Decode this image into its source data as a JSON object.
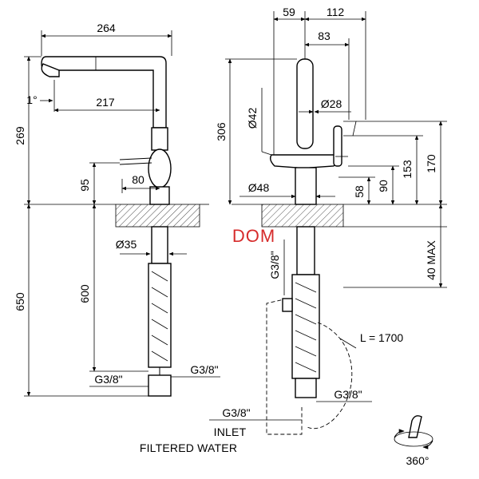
{
  "brand": {
    "logo_text": "DOM",
    "color": "#d62b2b"
  },
  "side_view": {
    "dim_width": "264",
    "dim_height_top": "269",
    "dim_height_bottom": "650",
    "dim_spout_reach": "217",
    "dim_angle": "1°",
    "dim_handle_height": "95",
    "dim_body_offset": "80",
    "dim_shank_diameter": "Ø35",
    "dim_hose_length": "600",
    "thread_left": "G3/8\"",
    "thread_right": "G3/8\""
  },
  "front_view": {
    "dim_left_offset": "59",
    "dim_right_offset": "112",
    "dim_center_offset": "83",
    "dim_height": "306",
    "dim_spout_diameter": "Ø42",
    "dim_handle_diameter": "Ø28",
    "dim_base_diameter": "Ø48",
    "dim_170": "170",
    "dim_153": "153",
    "dim_90": "90",
    "dim_58": "58",
    "dim_deck_max": "40 MAX",
    "dim_shank_thread": "G3/8\"",
    "dim_hose_length": "L = 1700",
    "thread_outlet": "G3/8\"",
    "thread_inlet": "G3/8\"",
    "inlet_label": "INLET",
    "filtered_label": "FILTERED WATER"
  },
  "rotation": {
    "angle_label": "360°"
  }
}
